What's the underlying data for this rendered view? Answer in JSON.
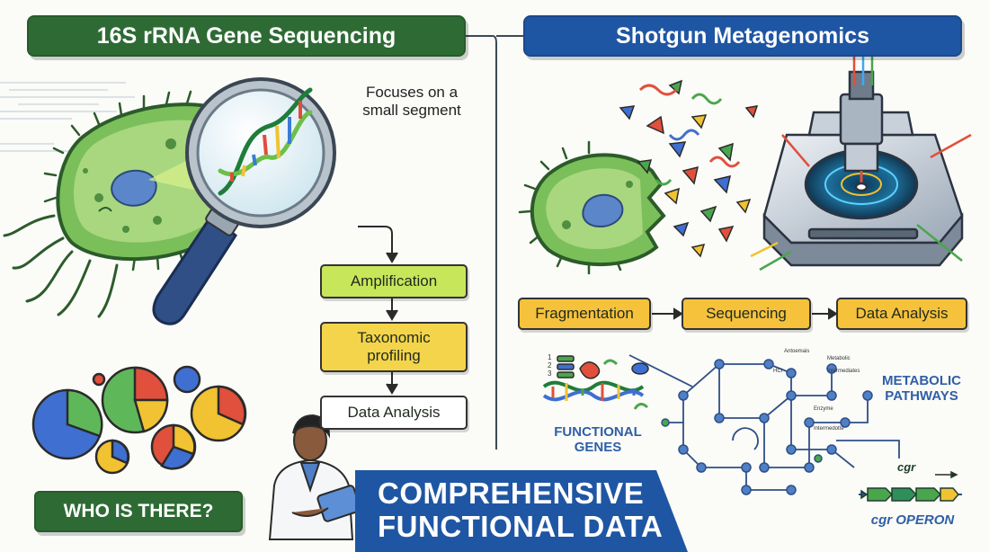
{
  "left_panel": {
    "title": "16S rRNA Gene Sequencing",
    "focus_note": "Focuses on a\nsmall segment",
    "steps": [
      "Amplification",
      "Taxonomic\nprofiling",
      "Data Analysis"
    ],
    "question": "WHO IS THERE?"
  },
  "right_panel": {
    "title": "Shotgun Metagenomics",
    "steps": [
      "Fragmentation",
      "Sequencing",
      "Data Analysis"
    ],
    "functional_genes": "FUNCTIONAL\nGENES",
    "metabolic_pathways": "METABOLIC\nPATHWAYS",
    "pathway_labels": [
      "Antoemais",
      "Metabolic",
      "Intermediates",
      "HCl",
      "Enzyme",
      "Intermedotte"
    ],
    "operon_gene": "cgr",
    "operon_label": "cgr OPERON",
    "gene_list_numbers": [
      "1",
      "2",
      "3"
    ]
  },
  "bottom_banner": {
    "line1": "COMPREHENSIVE",
    "line2": "FUNCTIONAL DATA"
  },
  "colors": {
    "green_banner": "#2e6b34",
    "blue_banner": "#1f56a3",
    "lime_box": "#c8e65a",
    "yellow_box": "#f4d44a",
    "orange_box": "#f6c23c"
  }
}
